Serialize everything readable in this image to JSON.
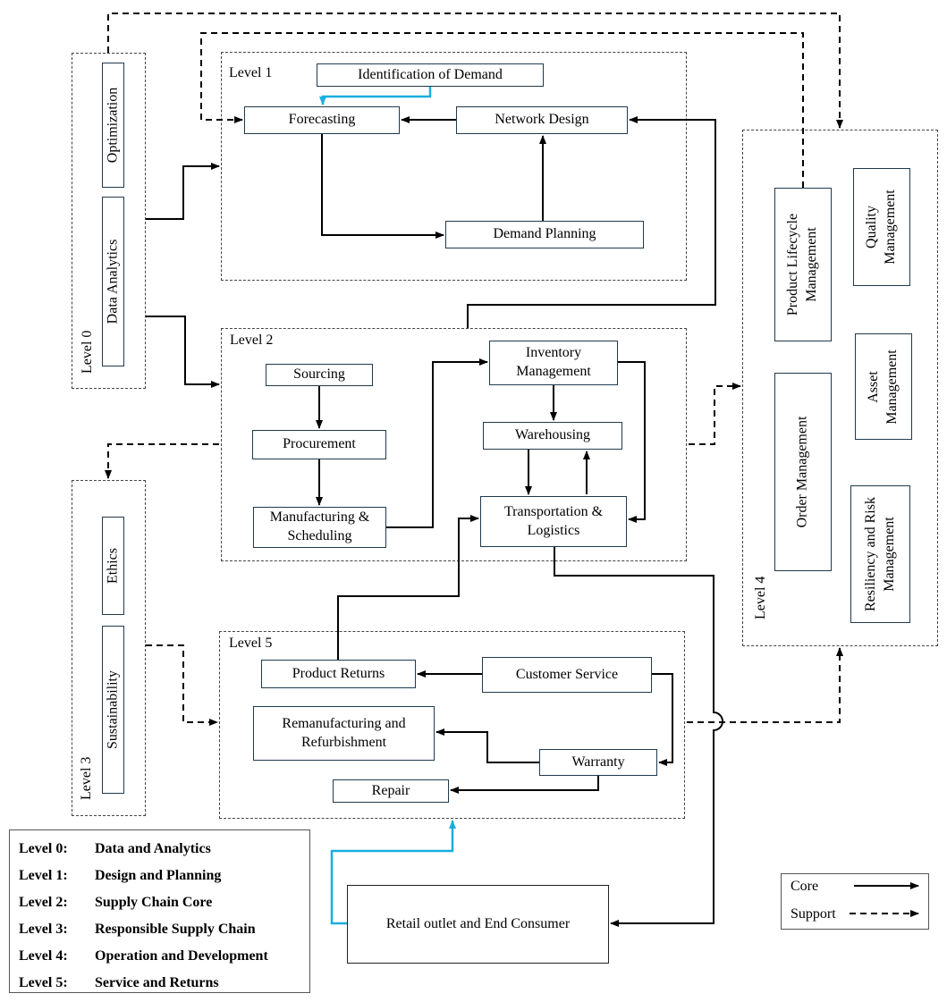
{
  "levels": {
    "l0": "Level 0",
    "l1": "Level 1",
    "l2": "Level 2",
    "l3": "Level 3",
    "l4": "Level 4",
    "l5": "Level 5"
  },
  "level0": {
    "optimization": "Optimization",
    "data_analytics": "Data Analytics"
  },
  "level1": {
    "identification": "Identification of Demand",
    "forecasting": "Forecasting",
    "network_design": "Network Design",
    "demand_planning": "Demand Planning"
  },
  "level2": {
    "sourcing": "Sourcing",
    "procurement": "Procurement",
    "manufacturing": "Manufacturing & Scheduling",
    "inventory": "Inventory Management",
    "warehousing": "Warehousing",
    "transportation": "Transportation & Logistics"
  },
  "level3": {
    "ethics": "Ethics",
    "sustainability": "Sustainability"
  },
  "level4": {
    "plm": "Product Lifecycle Management",
    "quality": "Quality Management",
    "asset": "Asset Management",
    "order": "Order Management",
    "resiliency": "Resiliency and Risk Management"
  },
  "level5": {
    "product_returns": "Product Returns",
    "customer_service": "Customer Service",
    "reman": "Remanufacturing and Refurbishment",
    "warranty": "Warranty",
    "repair": "Repair"
  },
  "retail": "Retail outlet and End Consumer",
  "legend": [
    {
      "level": "Level 0:",
      "desc": "Data and Analytics"
    },
    {
      "level": "Level 1:",
      "desc": "Design and Planning"
    },
    {
      "level": "Level 2:",
      "desc": "Supply Chain Core"
    },
    {
      "level": "Level 3:",
      "desc": "Responsible Supply Chain"
    },
    {
      "level": "Level 4:",
      "desc": "Operation and Development"
    },
    {
      "level": "Level 5:",
      "desc": "Service and Returns"
    }
  ],
  "key": {
    "core": "Core",
    "support": "Support"
  },
  "colors": {
    "core_line": "#000000",
    "highlight_line": "#19aee0",
    "box_border": "#1f3a4d"
  }
}
